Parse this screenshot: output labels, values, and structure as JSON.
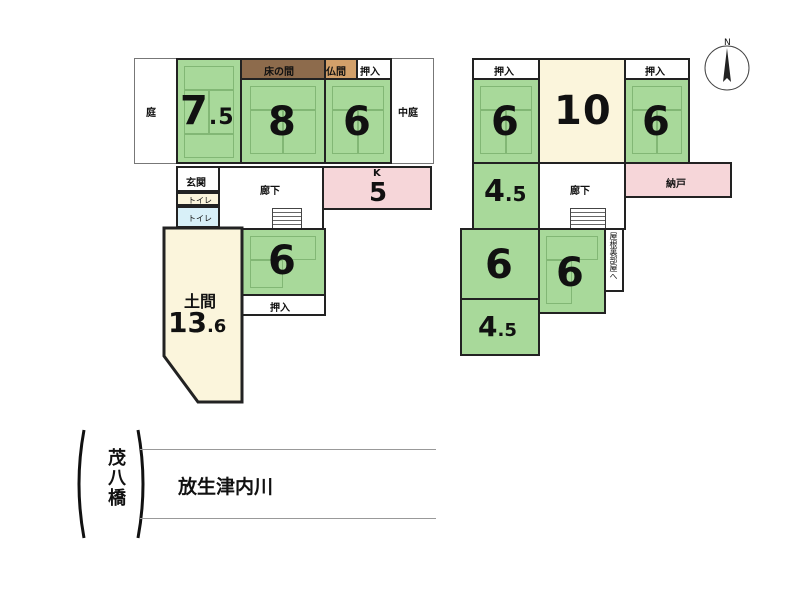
{
  "floor1": {
    "garden": "庭",
    "inner_garden": "中庭",
    "room_75": "7",
    "room_75_frac": ".5",
    "room_8": "8",
    "room_6a": "6",
    "tokonoma": "床の間",
    "butsuma": "仏間",
    "oshiire_top": "押入",
    "genkan": "玄関",
    "toilet_a": "トイレ",
    "toilet_b": "トイレ",
    "hallway": "廊下",
    "kitchen_k": "K",
    "kitchen_5": "5",
    "room_6b": "6",
    "oshiire_bottom": "押入",
    "doma_label": "土間",
    "doma_size": "13",
    "doma_frac": ".6"
  },
  "floor2": {
    "oshiire_left": "押入",
    "oshiire_right": "押入",
    "room_6a": "6",
    "room_10": "10",
    "room_6b": "6",
    "room_45a": "4",
    "room_45a_frac": ".5",
    "hallway": "廊下",
    "nando": "納戸",
    "room_6c": "6",
    "room_6d": "6",
    "attic": "屋根裏部屋へ",
    "room_45b": "4",
    "room_45b_frac": ".5"
  },
  "compass": {
    "label": "N"
  },
  "location": {
    "bridge": "茂八橋",
    "river": "放生津内川"
  }
}
